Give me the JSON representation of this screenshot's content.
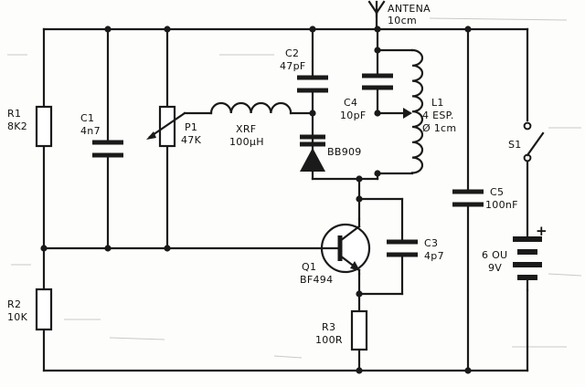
{
  "labels": {
    "antenna": "ANTENA",
    "antenna_len": "10cm",
    "r1_name": "R1",
    "r1_val": "8K2",
    "c1_name": "C1",
    "c1_val": "4n7",
    "p1_name": "P1",
    "p1_val": "47K",
    "xrf_name": "XRF",
    "xrf_val": "100µH",
    "c2_name": "C2",
    "c2_val": "47pF",
    "c4_name": "C4",
    "c4_val": "10pF",
    "l1_name": "L1",
    "l1_turns": "4 ESP.",
    "l1_dia": "Ø 1cm",
    "diode": "BB909",
    "s1_name": "S1",
    "c5_name": "C5",
    "c5_val": "100nF",
    "q1_name": "Q1",
    "q1_val": "BF494",
    "c3_name": "C3",
    "c3_val": "4p7",
    "battery_sign": "+",
    "battery_val1": "6 OU",
    "battery_val2": "9V",
    "r2_name": "R2",
    "r2_val": "10K",
    "r3_name": "R3",
    "r3_val": "100R"
  }
}
